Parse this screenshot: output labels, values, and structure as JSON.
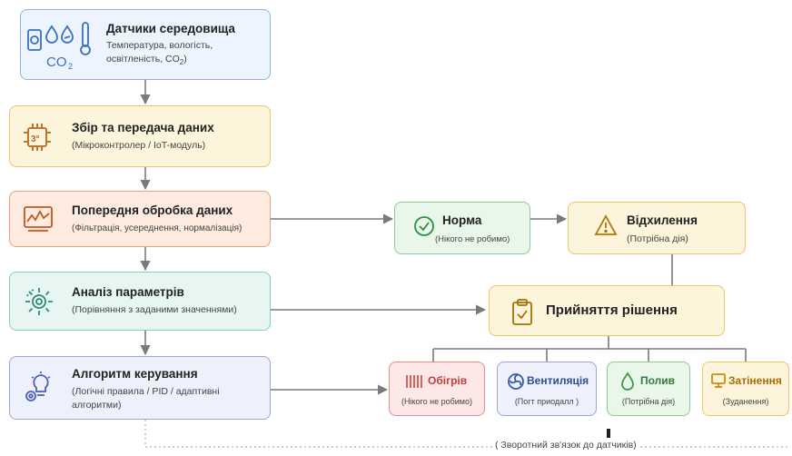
{
  "sensors": {
    "title": "Датчики середовища",
    "subtitle_line1": "Температура, вологість,",
    "subtitle_line2": "освітленість, CO",
    "co2_sub": "2",
    "co2_suffix": ")",
    "icon_text": "CO",
    "icon_text_sub": "2"
  },
  "collection": {
    "title": "Збір та передача даних",
    "subtitle": "(Мікроконтролер / IoT-модуль)",
    "chip_label": "3°"
  },
  "preprocessing": {
    "title": "Попередня обробка даних",
    "subtitle": "(Фільтрація, усереднення, нормалізація)"
  },
  "analysis": {
    "title": "Аналіз параметрів",
    "subtitle": "(Порівняння з заданими значеннями)"
  },
  "algorithm": {
    "title": "Алгоритм керування",
    "subtitle_line1": "(Логічні правила / PID / адаптивні",
    "subtitle_line2": "алгоритми)"
  },
  "norm": {
    "title": "Норма",
    "subtitle": "(Нікого не робимо)"
  },
  "deviation": {
    "title": "Відхилення",
    "subtitle": "(Потрібна дія)"
  },
  "decision": {
    "title": "Прийняття рішення"
  },
  "actions": [
    {
      "title": "Обігрів",
      "subtitle": "(Нікого не робимо)",
      "color": "#d9534f"
    },
    {
      "title": "Вентиляція",
      "subtitle": "(Погт приодалл )",
      "color": "#3b5ba5"
    },
    {
      "title": "Полив",
      "subtitle": "(Потрібна дія)",
      "color": "#3f9a4d"
    },
    {
      "title": "Затінення",
      "subtitle": "(Зуданення)",
      "color": "#c98a12"
    }
  ],
  "feedback": {
    "label": "( Зворотний зв'язок до датчиків)"
  },
  "colors": {
    "connector": "#7a7a7a",
    "feedback_dots": "#b0b0b0"
  },
  "icons": [
    "sensor-devices-icon",
    "chip-icon",
    "chart-monitor-icon",
    "gear-icon",
    "lightbulb-gear-icon",
    "check-circle-icon",
    "warning-icon",
    "clipboard-check-icon",
    "heater-icon",
    "fan-icon",
    "droplet-icon",
    "shade-icon"
  ]
}
